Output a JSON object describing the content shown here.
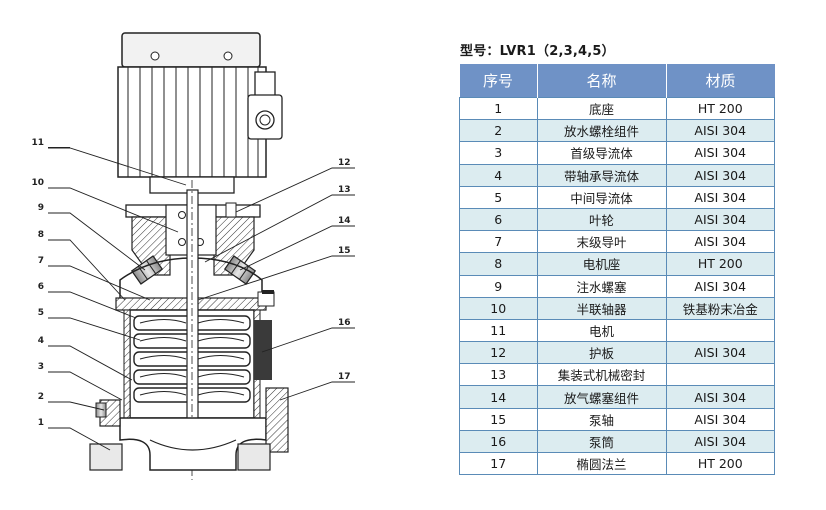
{
  "title": "型号：LVR1（2,3,4,5）",
  "table": {
    "headers": [
      "序号",
      "名称",
      "材质"
    ],
    "rows": [
      [
        "1",
        "底座",
        "HT 200"
      ],
      [
        "2",
        "放水螺栓组件",
        "AISI 304"
      ],
      [
        "3",
        "首级导流体",
        "AISI 304"
      ],
      [
        "4",
        "带轴承导流体",
        "AISI 304"
      ],
      [
        "5",
        "中间导流体",
        "AISI 304"
      ],
      [
        "6",
        "叶轮",
        "AISI 304"
      ],
      [
        "7",
        "末级导叶",
        "AISI 304"
      ],
      [
        "8",
        "电机座",
        "HT 200"
      ],
      [
        "9",
        "注水螺塞",
        "AISI 304"
      ],
      [
        "10",
        "半联轴器",
        "铁基粉末冶金"
      ],
      [
        "11",
        "电机",
        ""
      ],
      [
        "12",
        "护板",
        "AISI 304"
      ],
      [
        "13",
        "集装式机械密封",
        ""
      ],
      [
        "14",
        "放气螺塞组件",
        "AISI 304"
      ],
      [
        "15",
        "泵轴",
        "AISI 304"
      ],
      [
        "16",
        "泵筒",
        "AISI 304"
      ],
      [
        "17",
        "椭圆法兰",
        "HT 200"
      ]
    ]
  },
  "callouts": {
    "left": [
      "11",
      "10",
      "9",
      "8",
      "7",
      "6",
      "5",
      "4",
      "3",
      "2",
      "1"
    ],
    "right": [
      "12",
      "13",
      "14",
      "15",
      "16",
      "17"
    ]
  },
  "colors": {
    "header_bg": "#6f92c6",
    "alt_row_bg": "#dcecf0",
    "border": "#5a8bb7"
  }
}
